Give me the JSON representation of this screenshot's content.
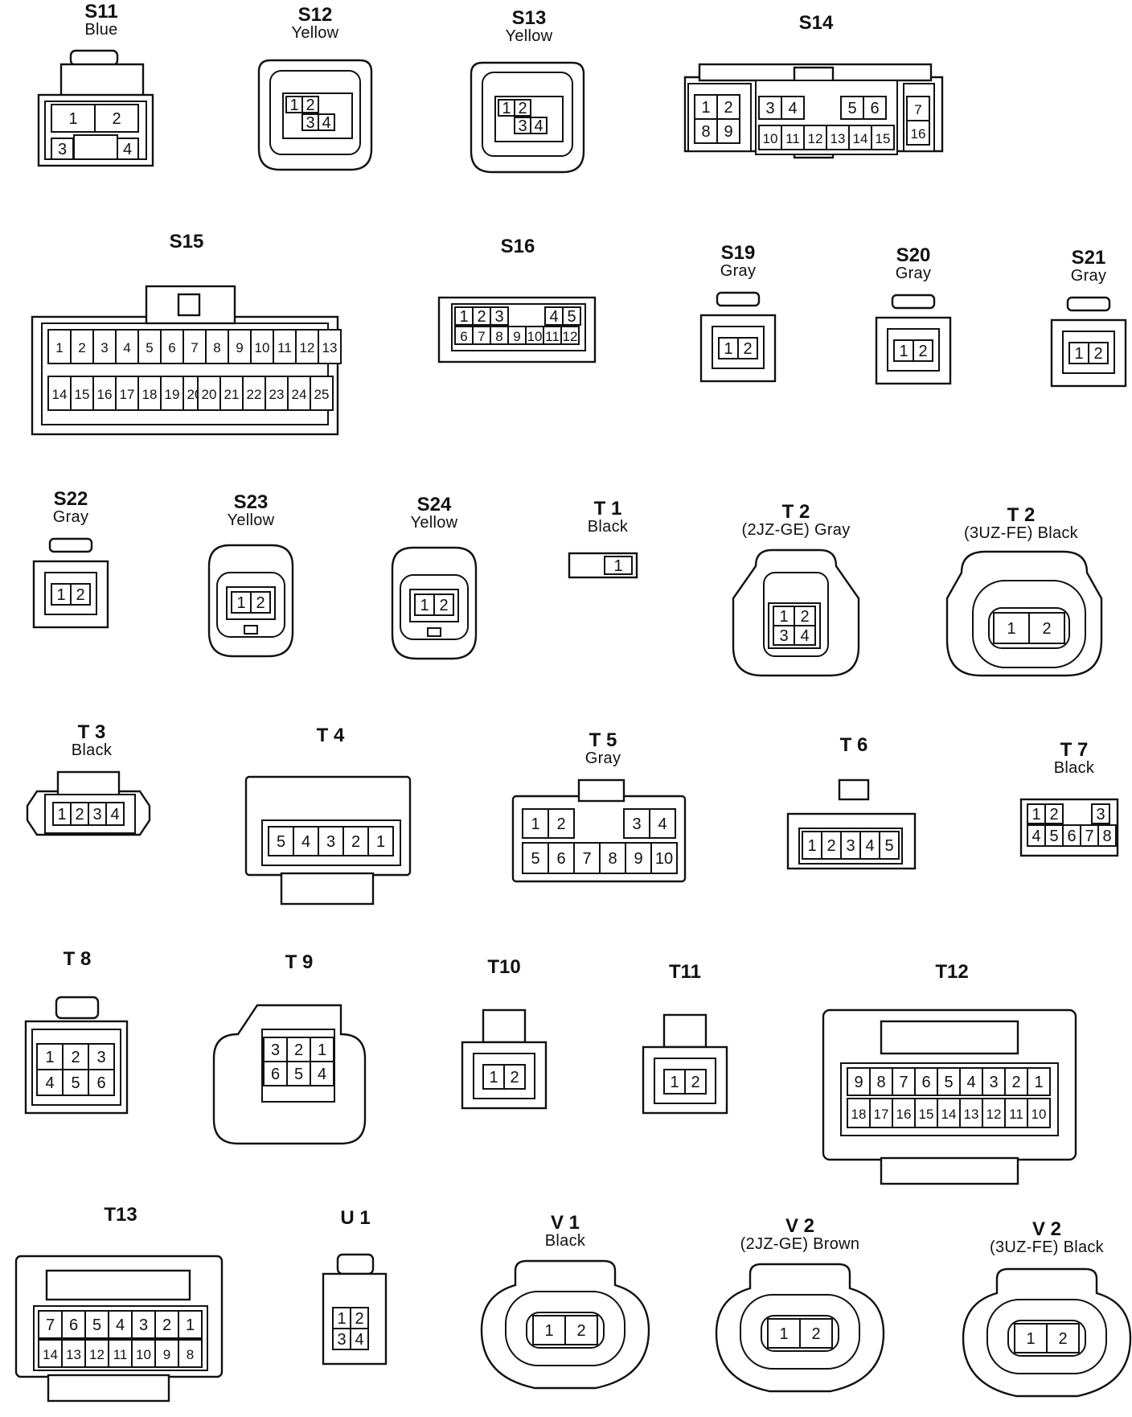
{
  "connectors": [
    {
      "id": "S11",
      "color": "Blue",
      "pins": [
        "1",
        "2",
        "3",
        "4"
      ]
    },
    {
      "id": "S12",
      "color": "Yellow",
      "pins": [
        "1",
        "2",
        "3",
        "4"
      ]
    },
    {
      "id": "S13",
      "color": "Yellow",
      "pins": [
        "1",
        "2",
        "3",
        "4"
      ]
    },
    {
      "id": "S14",
      "color": "",
      "pins": [
        "1",
        "2",
        "8",
        "9",
        "3",
        "4",
        "5",
        "6",
        "10",
        "11",
        "12",
        "13",
        "14",
        "15",
        "7",
        "16"
      ]
    },
    {
      "id": "S15",
      "color": "",
      "pins": [
        "1",
        "2",
        "3",
        "4",
        "5",
        "6",
        "7",
        "8",
        "9",
        "10",
        "11",
        "12",
        "13",
        "14",
        "15",
        "16",
        "17",
        "18",
        "19",
        "20",
        "21",
        "22",
        "23",
        "24",
        "25"
      ]
    },
    {
      "id": "S16",
      "color": "",
      "pins": [
        "1",
        "2",
        "3",
        "4",
        "5",
        "6",
        "7",
        "8",
        "9",
        "10",
        "11",
        "12"
      ]
    },
    {
      "id": "S19",
      "color": "Gray",
      "pins": [
        "1",
        "2"
      ]
    },
    {
      "id": "S20",
      "color": "Gray",
      "pins": [
        "1",
        "2"
      ]
    },
    {
      "id": "S21",
      "color": "Gray",
      "pins": [
        "1",
        "2"
      ]
    },
    {
      "id": "S22",
      "color": "Gray",
      "pins": [
        "1",
        "2"
      ]
    },
    {
      "id": "S23",
      "color": "Yellow",
      "pins": [
        "1",
        "2"
      ]
    },
    {
      "id": "S24",
      "color": "Yellow",
      "pins": [
        "1",
        "2"
      ]
    },
    {
      "id": "T 1",
      "color": "Black",
      "pins": [
        "1"
      ]
    },
    {
      "id": "T 2",
      "color": "(2JZ-GE)  Gray",
      "pins": [
        "1",
        "2",
        "3",
        "4"
      ]
    },
    {
      "id": "T 2",
      "color": "(3UZ-FE)  Black",
      "pins": [
        "1",
        "2"
      ]
    },
    {
      "id": "T 3",
      "color": "Black",
      "pins": [
        "1",
        "2",
        "3",
        "4"
      ]
    },
    {
      "id": "T 4",
      "color": "",
      "pins": [
        "5",
        "4",
        "3",
        "2",
        "1"
      ]
    },
    {
      "id": "T 5",
      "color": "Gray",
      "pins": [
        "1",
        "2",
        "3",
        "4",
        "5",
        "6",
        "7",
        "8",
        "9",
        "10"
      ]
    },
    {
      "id": "T 6",
      "color": "",
      "pins": [
        "1",
        "2",
        "3",
        "4",
        "5"
      ]
    },
    {
      "id": "T 7",
      "color": "Black",
      "pins": [
        "1",
        "2",
        "3",
        "4",
        "5",
        "6",
        "7",
        "8"
      ]
    },
    {
      "id": "T 8",
      "color": "",
      "pins": [
        "1",
        "2",
        "3",
        "4",
        "5",
        "6"
      ]
    },
    {
      "id": "T 9",
      "color": "",
      "pins": [
        "3",
        "2",
        "1",
        "6",
        "5",
        "4"
      ]
    },
    {
      "id": "T10",
      "color": "",
      "pins": [
        "1",
        "2"
      ]
    },
    {
      "id": "T11",
      "color": "",
      "pins": [
        "1",
        "2"
      ]
    },
    {
      "id": "T12",
      "color": "",
      "pins": [
        "9",
        "8",
        "7",
        "6",
        "5",
        "4",
        "3",
        "2",
        "1",
        "18",
        "17",
        "16",
        "15",
        "14",
        "13",
        "12",
        "11",
        "10"
      ]
    },
    {
      "id": "T13",
      "color": "",
      "pins": [
        "7",
        "6",
        "5",
        "4",
        "3",
        "2",
        "1",
        "14",
        "13",
        "12",
        "11",
        "10",
        "9",
        "8"
      ]
    },
    {
      "id": "U 1",
      "color": "",
      "pins": [
        "1",
        "2",
        "3",
        "4"
      ]
    },
    {
      "id": "V 1",
      "color": "Black",
      "pins": [
        "1",
        "2"
      ]
    },
    {
      "id": "V 2",
      "color": "(2JZ-GE)  Brown",
      "pins": [
        "1",
        "2"
      ]
    },
    {
      "id": "V 2",
      "color": "(3UZ-FE)  Black",
      "pins": [
        "1",
        "2"
      ]
    }
  ]
}
